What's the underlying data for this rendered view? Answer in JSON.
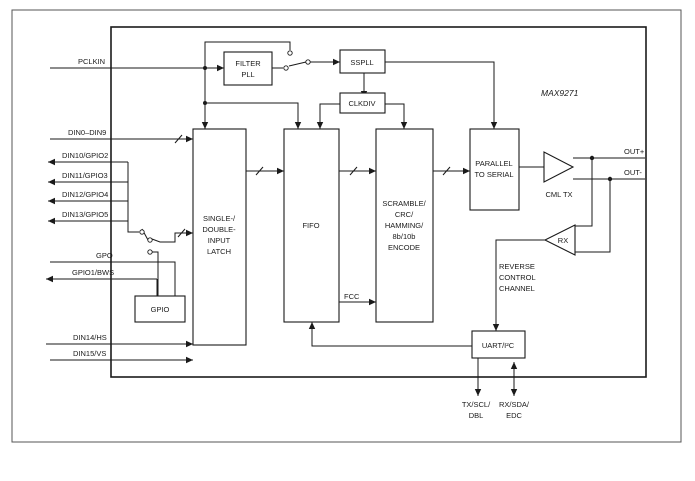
{
  "chip_label": "MAX9271",
  "blocks": {
    "filter_pll": [
      "FILTER",
      "PLL"
    ],
    "sspll": "SSPLL",
    "clkdiv": "CLKDIV",
    "latch": [
      "SINGLE-/",
      "DOUBLE-",
      "INPUT",
      "LATCH"
    ],
    "fifo": "FIFO",
    "encode": [
      "SCRAMBLE/",
      "CRC/",
      "HAMMING/",
      "8b/10b",
      "ENCODE"
    ],
    "p2s": [
      "PARALLEL",
      "TO SERIAL"
    ],
    "cml_tx": "CML TX",
    "rx": "RX",
    "gpio": "GPIO",
    "uart": "UART/I²C",
    "fcc": "FCC",
    "reverse_channel": [
      "REVERSE",
      "CONTROL",
      "CHANNEL"
    ]
  },
  "pins": {
    "pclkin": "PCLKIN",
    "din0_9": "DIN0–DIN9",
    "din10": "DIN10/GPIO2",
    "din11": "DIN11/GPIO3",
    "din12": "DIN12/GPIO4",
    "din13": "DIN13/GPIO5",
    "gpo": "GPO",
    "gpio1": "GPIO1/BWS",
    "din14": "DIN14/HS",
    "din15": "DIN15/VS",
    "out_plus": "OUT+",
    "out_minus": "OUT-",
    "tx_scl": [
      "TX/SCL/",
      "DBL"
    ],
    "rx_sda": [
      "RX/SDA/",
      "EDC"
    ]
  }
}
